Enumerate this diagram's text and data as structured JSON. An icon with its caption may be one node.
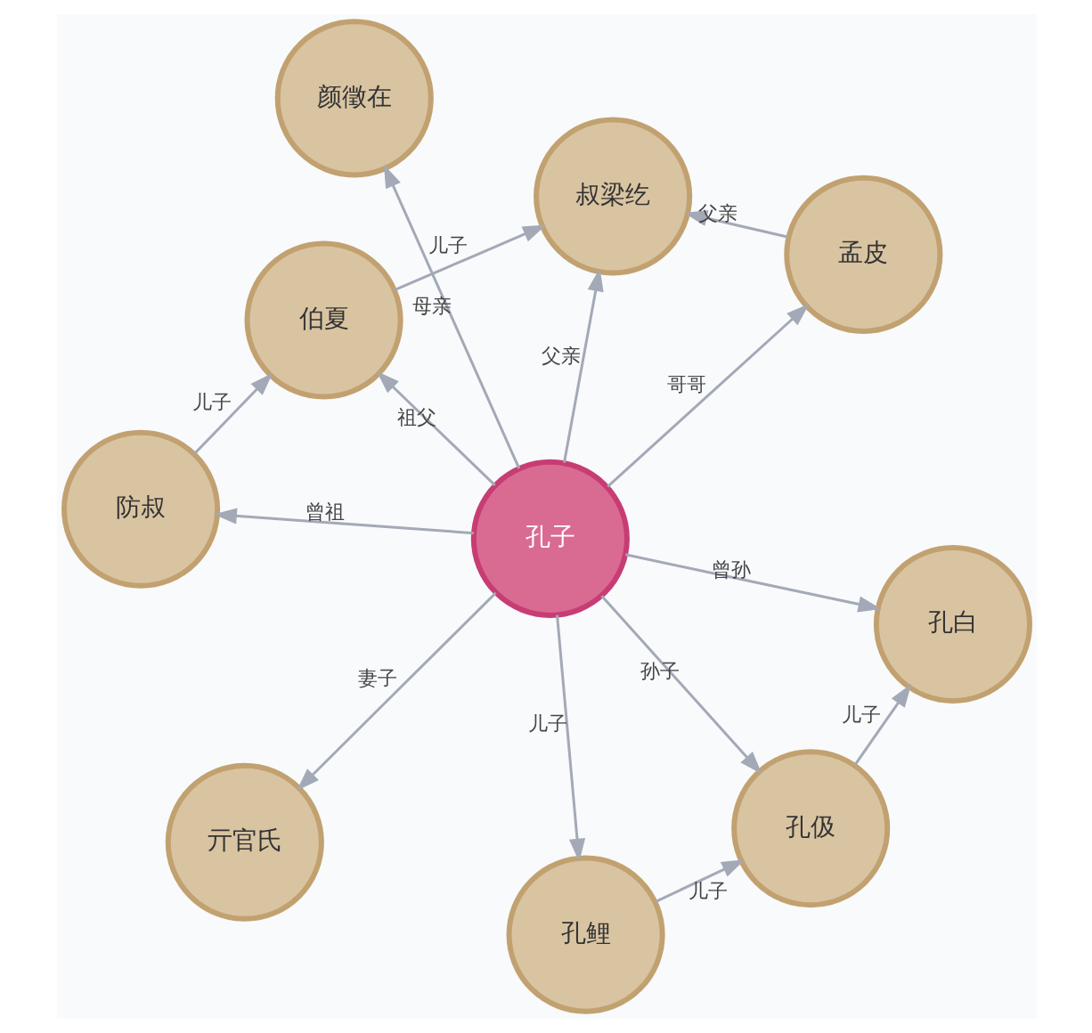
{
  "diagram": {
    "nodes": [
      {
        "text": [
          "孔伋"
        ]
      },
      {
        "text": [
          "孔鲤"
        ]
      },
      {
        "text": [
          "孔白"
        ]
      },
      {
        "text": [
          "亓官氏"
        ]
      },
      {
        "text": [
          "颜徵在"
        ]
      },
      {
        "text": [
          "孔子"
        ]
      },
      {
        "text": [
          "孟皮"
        ]
      },
      {
        "text": [
          "防叔"
        ]
      },
      {
        "text": [
          "叔梁纥"
        ]
      },
      {
        "text": [
          "伯夏"
        ]
      }
    ],
    "edges": [
      {
        "from": 5,
        "to": 1,
        "arrow": "to",
        "label": "儿子"
      },
      {
        "from": 5,
        "to": 0,
        "arrow": "to",
        "label": "孙子"
      },
      {
        "from": 5,
        "to": 2,
        "arrow": "to",
        "label": "曾孙"
      },
      {
        "from": 5,
        "to": 4,
        "arrow": "to",
        "label": "母亲"
      },
      {
        "from": 5,
        "to": 7,
        "arrow": "to",
        "label": "曾祖"
      },
      {
        "from": 5,
        "to": 9,
        "arrow": "to",
        "label": "祖父"
      },
      {
        "from": 5,
        "to": 8,
        "arrow": "to",
        "label": "父亲"
      },
      {
        "from": 5,
        "to": 6,
        "arrow": "to",
        "label": "哥哥"
      },
      {
        "from": 5,
        "to": 3,
        "arrow": "to",
        "label": "妻子"
      },
      {
        "from": 1,
        "to": 0,
        "arrow": "to",
        "label": "儿子"
      },
      {
        "from": 0,
        "to": 2,
        "arrow": "to",
        "label": "儿子"
      },
      {
        "from": 7,
        "to": 9,
        "arrow": "to",
        "label": "儿子"
      },
      {
        "from": 9,
        "to": 8,
        "arrow": "to",
        "label": "儿子"
      },
      {
        "from": 6,
        "to": 8,
        "arrow": "to",
        "label": "父亲"
      }
    ]
  }
}
